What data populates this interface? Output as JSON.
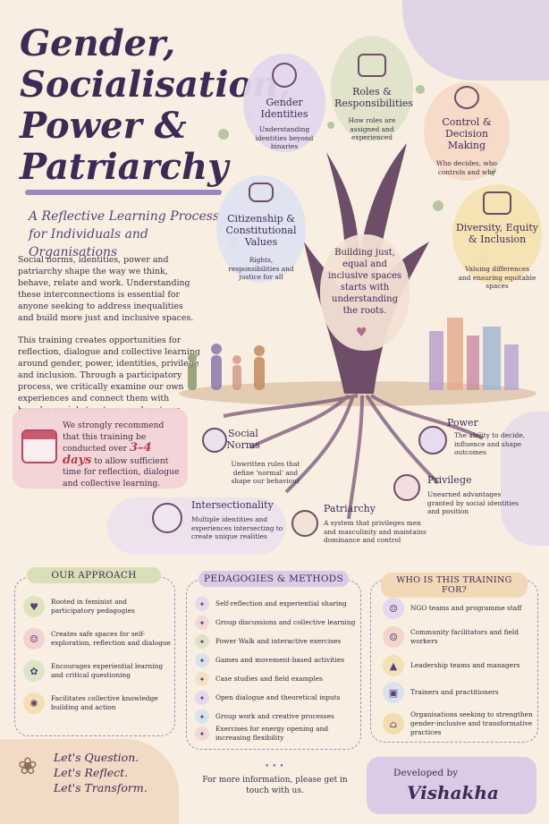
{
  "title_lines": [
    "Gender,",
    "Socialisation,",
    "Power &",
    "Patriarchy"
  ],
  "subtitle": "A Reflective Learning Process for Individuals and Organisations",
  "intro_para_1": "Social norms, identities, power and patriarchy shape the way we think, behave, relate and work. Understanding these interconnections is essential for anyone seeking to address inequalities and build more just and inclusive spaces.",
  "intro_para_2": "This training creates opportunities for reflection, dialogue and collective learning around gender, power, identities, privilege and inclusion. Through a participatory process, we critically examine our own experiences and connect them with broader social structures and systems.",
  "recommendation": {
    "before": "We strongly recommend that this training be conducted over",
    "days": "3–4 days",
    "after": "to allow sufficient time for reflection, dialogue and collective learning."
  },
  "branches": [
    {
      "title": "Gender Identities",
      "desc": "Understanding identities beyond binaries"
    },
    {
      "title": "Roles & Responsibilities",
      "desc": "How roles are assigned and experienced"
    },
    {
      "title": "Control & Decision Making",
      "desc": "Who decides, who controls and why"
    },
    {
      "title": "Citizenship & Constitutional Values",
      "desc": "Rights, responsibilities and justice for all"
    },
    {
      "title": "Diversity, Equity & Inclusion",
      "desc": "Valuing differences and ensuring equitable spaces"
    }
  ],
  "trunk_message": "Building just, equal and inclusive spaces starts with understanding the roots.",
  "roots": [
    {
      "title": "Social Norms",
      "desc": "Unwritten rules that define 'normal' and shape our behaviour"
    },
    {
      "title": "Power",
      "desc": "The ability to decide, influence and shape outcomes"
    },
    {
      "title": "Privilege",
      "desc": "Unearned advantages granted by social identities and position"
    },
    {
      "title": "Intersectionality",
      "desc": "Multiple identities and experiences intersecting to create unique realities"
    },
    {
      "title": "Patriarchy",
      "desc": "A system that privileges men and masculinity and maintains dominance and control"
    }
  ],
  "approach": {
    "title": "OUR APPROACH",
    "items": [
      "Rooted in feminist and participatory pedagogies",
      "Creates safe spaces for self-exploration, reflection and dialogue",
      "Encourages experiential learning and critical questioning",
      "Facilitates collective knowledge building and action"
    ]
  },
  "methods": {
    "title": "PEDAGOGIES & METHODS",
    "items": [
      "Self-reflection and experiential sharing",
      "Group discussions and collective learning",
      "Power Walk and interactive exercises",
      "Games and movement-based activities",
      "Case studies and field examples",
      "Open dialogue and theoretical inputs",
      "Group work and creative processes",
      "Exercises for energy opening and increasing flexibility"
    ]
  },
  "audience": {
    "title": "WHO IS THIS TRAINING FOR?",
    "items": [
      "NGO teams and programme staff",
      "Community facilitators and field workers",
      "Leadership teams and managers",
      "Trainers and practitioners",
      "Organisations seeking to strengthen gender-inclusive and transformative practices"
    ]
  },
  "footer": {
    "slogan": [
      "Let's Question.",
      "Let's Reflect.",
      "Let's Transform."
    ],
    "contact": "For more information, please get in touch with us.",
    "developed_by": "Developed by",
    "developer": "Vishakha"
  }
}
